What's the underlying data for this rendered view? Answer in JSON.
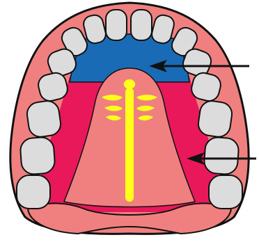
{
  "diagram": {
    "colors": {
      "background": "#ffffff",
      "outline": "#111111",
      "gingiva": "#f08080",
      "palate_mucosa": "#e8185a",
      "anterior_palate": "#1a6bb5",
      "palatine_raphe": "#ffff1a",
      "tooth": "#dcdcdc",
      "arrow": "#111111"
    },
    "teeth": [
      {
        "id": "right-central-incisor"
      },
      {
        "id": "left-central-incisor"
      },
      {
        "id": "right-lateral-incisor"
      },
      {
        "id": "left-lateral-incisor"
      },
      {
        "id": "right-canine"
      },
      {
        "id": "left-canine"
      },
      {
        "id": "right-first-premolar"
      },
      {
        "id": "left-first-premolar"
      },
      {
        "id": "right-second-premolar"
      },
      {
        "id": "left-second-premolar"
      },
      {
        "id": "right-first-molar"
      },
      {
        "id": "left-first-molar"
      },
      {
        "id": "right-second-molar"
      },
      {
        "id": "left-second-molar"
      },
      {
        "id": "right-third-molar"
      },
      {
        "id": "left-third-molar"
      }
    ],
    "arrows": [
      {
        "id": "arrow-to-blue-region"
      },
      {
        "id": "arrow-to-pink-region"
      }
    ]
  }
}
